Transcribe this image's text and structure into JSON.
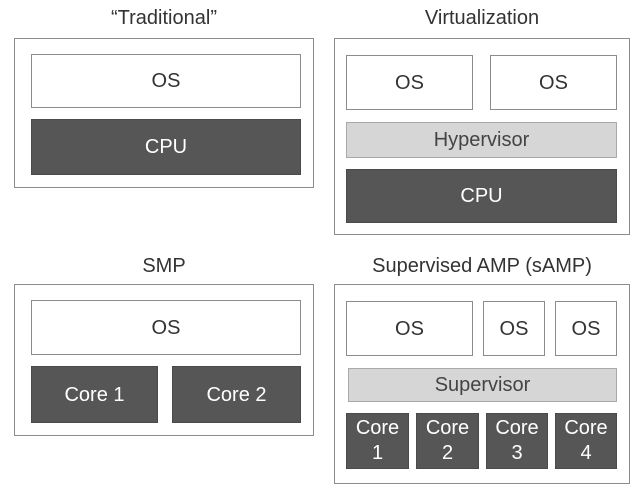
{
  "traditional": {
    "title": "“Traditional”",
    "os": "OS",
    "cpu": "CPU"
  },
  "virtualization": {
    "title": "Virtualization",
    "os1": "OS",
    "os2": "OS",
    "hypervisor": "Hypervisor",
    "cpu": "CPU"
  },
  "smp": {
    "title": "SMP",
    "os": "OS",
    "core1": "Core 1",
    "core2": "Core 2"
  },
  "samp": {
    "title": "Supervised AMP (sAMP)",
    "os1": "OS",
    "os2": "OS",
    "os3": "OS",
    "supervisor": "Supervisor",
    "cores": [
      {
        "word": "Core",
        "num": "1"
      },
      {
        "word": "Core",
        "num": "2"
      },
      {
        "word": "Core",
        "num": "3"
      },
      {
        "word": "Core",
        "num": "4"
      }
    ]
  },
  "colors": {
    "os_fill": "#ffffff",
    "hypervisor_fill": "#d6d6d6",
    "cpu_fill": "#565656",
    "border": "#8c8c8c"
  }
}
